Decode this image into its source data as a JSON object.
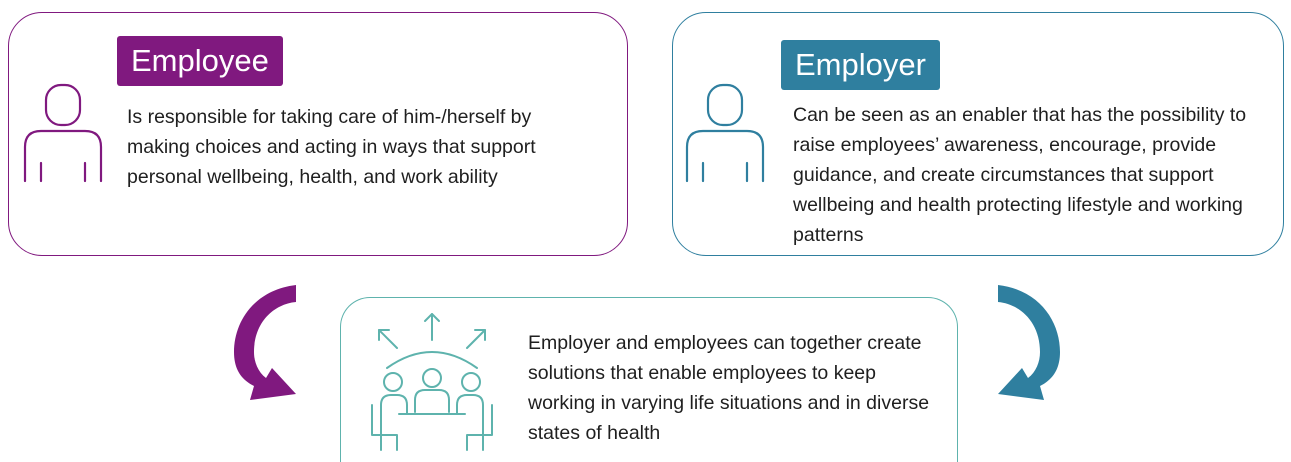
{
  "employee": {
    "title": "Employee",
    "text": "Is responsible for taking care of him-/herself by making choices and acting in ways that support personal wellbeing, health, and work ability",
    "color": "#80197f"
  },
  "employer": {
    "title": "Employer",
    "text": "Can be seen as an enabler that has the possibility to raise employees’ awareness, encourage, provide guidance, and create circumstances that support wellbeing and health protecting lifestyle and working patterns",
    "color": "#2f7f9f"
  },
  "together": {
    "text": "Employer and employees can together create solutions that enable employees to keep working in varying life situations and in diverse states of health",
    "color": "#5eb3ad"
  },
  "icons": {
    "employee": "person-icon",
    "employer": "person-icon",
    "together": "team-meeting-icon",
    "arrows": "curved-arrow-icon"
  }
}
